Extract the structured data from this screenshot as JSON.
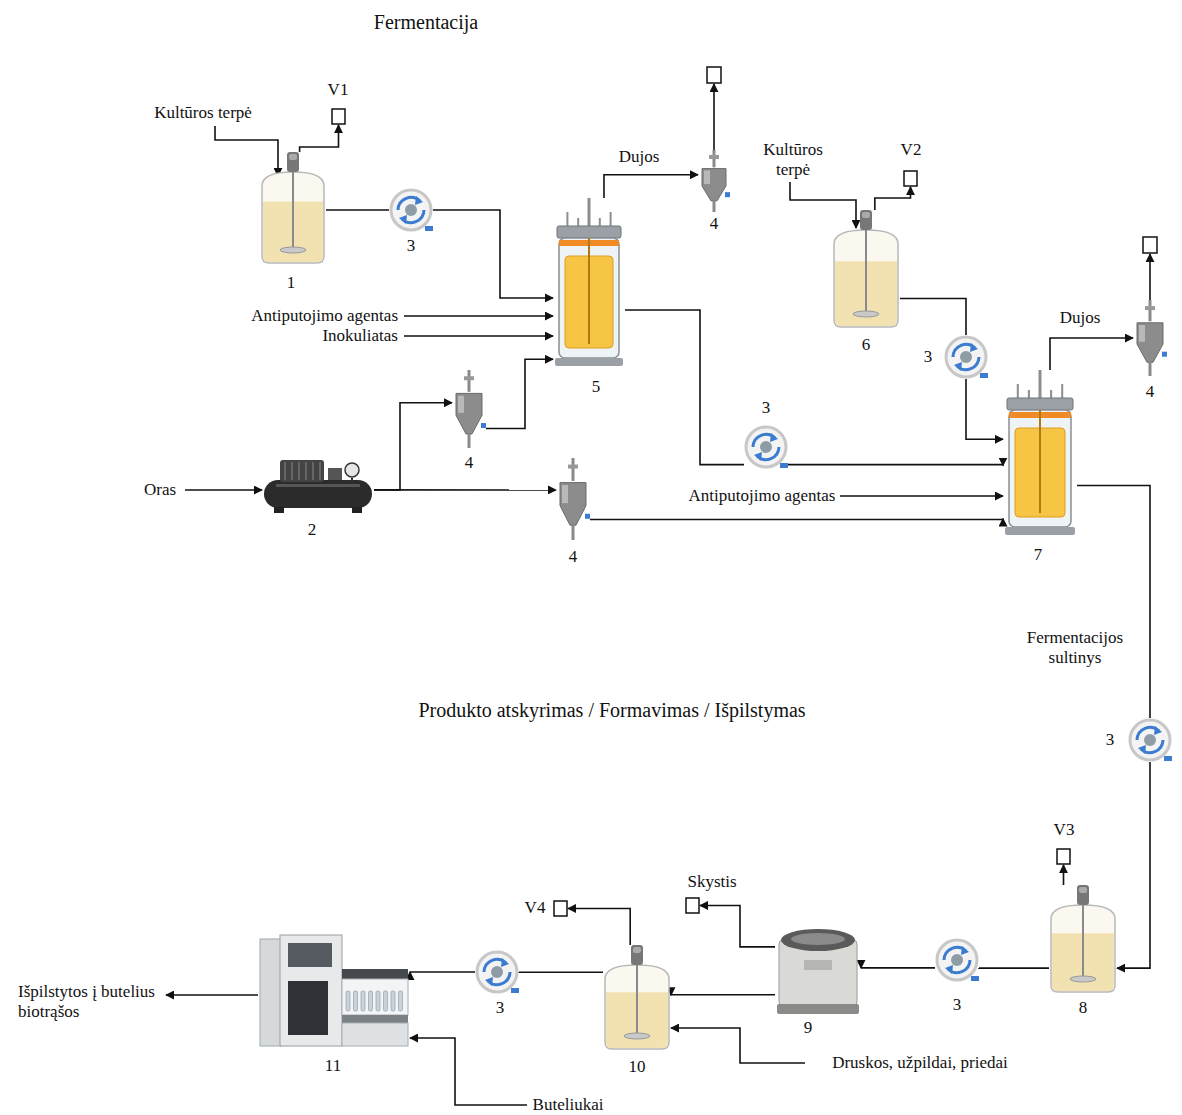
{
  "diagram": {
    "nodes": [
      {
        "text": [
          "1"
        ]
      },
      {
        "text": [
          "V1"
        ]
      },
      {
        "text": [
          "3"
        ]
      },
      {
        "text": [
          "5"
        ]
      },
      {
        "text": [
          "4"
        ]
      },
      {
        "text": [
          "2"
        ]
      },
      {
        "text": [
          "4"
        ]
      },
      {
        "text": [
          "4"
        ]
      },
      {
        "text": [
          "3"
        ]
      },
      {
        "text": [
          "6"
        ]
      },
      {
        "text": [
          "V2"
        ]
      },
      {
        "text": [
          "3"
        ]
      },
      {
        "text": [
          "7"
        ]
      },
      {
        "text": [
          "4"
        ]
      },
      {
        "text": [
          "3"
        ]
      },
      {
        "text": [
          "8"
        ]
      },
      {
        "text": [
          "V3"
        ]
      },
      {
        "text": [
          "3"
        ]
      },
      {
        "text": [
          "9"
        ]
      },
      {
        "text": [
          "Skystis"
        ]
      },
      {
        "text": [
          "10"
        ]
      },
      {
        "text": [
          "V4"
        ]
      },
      {
        "text": [
          "3"
        ]
      },
      {
        "text": [
          "11"
        ]
      }
    ],
    "edges": [
      {
        "from": 0,
        "to": 1,
        "arrow": "to"
      },
      {
        "from": 0,
        "to": 2,
        "arrow": "none"
      },
      {
        "from": 2,
        "to": 3,
        "arrow": "to"
      },
      {
        "from": 3,
        "to": 4,
        "label": "Dujos",
        "arrow": "to"
      },
      {
        "from": 5,
        "to": 6,
        "arrow": "to"
      },
      {
        "from": 6,
        "to": 3,
        "arrow": "to"
      },
      {
        "from": 5,
        "to": 7,
        "arrow": "to"
      },
      {
        "from": 7,
        "to": 12,
        "arrow": "to"
      },
      {
        "from": 3,
        "to": 8,
        "arrow": "none"
      },
      {
        "from": 8,
        "to": 12,
        "arrow": "to"
      },
      {
        "from": 9,
        "to": 10,
        "arrow": "to"
      },
      {
        "from": 9,
        "to": 11,
        "arrow": "none"
      },
      {
        "from": 11,
        "to": 12,
        "arrow": "to"
      },
      {
        "from": 12,
        "to": 13,
        "label": "Dujos",
        "arrow": "to"
      },
      {
        "from": 12,
        "to": 14,
        "label": "Fermentacijos sultinys",
        "arrow": "none"
      },
      {
        "from": 14,
        "to": 15,
        "arrow": "to"
      },
      {
        "from": 15,
        "to": 16,
        "arrow": "to"
      },
      {
        "from": 15,
        "to": 17,
        "arrow": "none"
      },
      {
        "from": 17,
        "to": 18,
        "arrow": "to"
      },
      {
        "from": 18,
        "to": 19,
        "arrow": "to"
      },
      {
        "from": 18,
        "to": 20,
        "arrow": "to"
      },
      {
        "from": 20,
        "to": 21,
        "arrow": "to"
      },
      {
        "from": 20,
        "to": 22,
        "arrow": "none"
      },
      {
        "from": 22,
        "to": 23,
        "arrow": "to"
      }
    ],
    "labels": [
      "Fermentacija",
      "Kultūros terpė",
      "Antiputojimo agentas",
      "Inokuliatas",
      "Oras",
      "Kultūros terpė",
      "Antiputojimo agentas",
      "Produkto atskyrimas / Formavimas / Išpilstymas",
      "Druskos, užpildai, priedai",
      "Išpilstytos į butelius biotrąšos",
      "Buteliukai"
    ]
  }
}
